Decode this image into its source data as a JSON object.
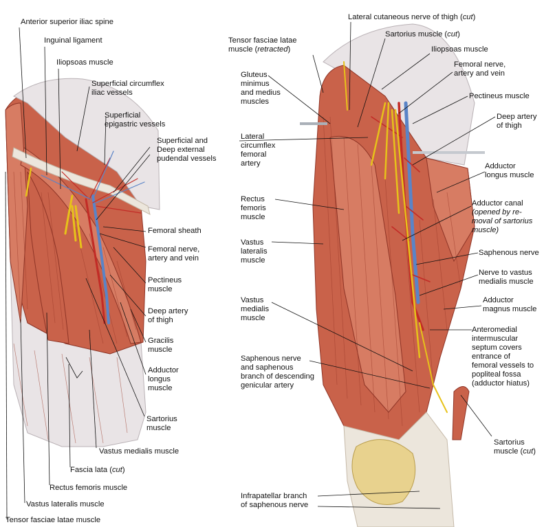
{
  "left_labels": {
    "anterior_superior_iliac_spine": "Anterior superior iliac spine",
    "inguinal_ligament": "Inguinal ligament",
    "iliopsoas_muscle": "Iliopsoas muscle",
    "superficial_circumflex_iliac": "Superficial circumflex\niliac vessels",
    "superficial_epigastric": "Superficial\nepigastric vessels",
    "external_pudendal": "Superficial and\nDeep external\npudendal vessels",
    "femoral_sheath": "Femoral sheath",
    "femoral_nerve_artery_vein": "Femoral nerve,\nartery and vein",
    "pectineus": "Pectineus\nmuscle",
    "deep_artery_thigh": "Deep artery\nof thigh",
    "gracilis": "Gracilis\nmuscle",
    "adductor_longus": "Adductor\nlongus\nmuscle",
    "sartorius": "Sartorius\nmuscle",
    "vastus_medialis": "Vastus medialis muscle",
    "fascia_lata_main": "Fascia lata (",
    "fascia_lata_cut": "cut",
    "fascia_lata_end": ")",
    "rectus_femoris": "Rectus femoris muscle",
    "vastus_lateralis": "Vastus lateralis muscle",
    "tensor_fasciae_latae": "Tensor fasciae latae muscle"
  },
  "right_labels": {
    "lateral_cutaneous_main": "Lateral cutaneous nerve of thigh (",
    "lateral_cutaneous_cut": "cut",
    "lateral_cutaneous_end": ")",
    "sartorius_cut_main": "Sartorius muscle (",
    "sartorius_cut_cut": "cut",
    "sartorius_cut_end": ")",
    "tensor_retracted_main": "Tensor fasciae latae\nmuscle (",
    "tensor_retracted_italic": "retracted",
    "tensor_retracted_end": ")",
    "iliopsoas": "Iliopsoas muscle",
    "gluteus": "Gluteus\nminimus\nand medius\nmuscles",
    "femoral_nav": "Femoral nerve,\nartery and vein",
    "pectineus": "Pectineus muscle",
    "deep_artery_thigh": "Deep artery\nof  thigh",
    "lateral_circumflex": "Lateral\ncircumflex\nfemoral\nartery",
    "adductor_longus": "Adductor\nlongus muscle",
    "rectus_femoris": "Rectus\nfemoris\nmuscle",
    "adductor_canal_main": "Adductor canal",
    "adductor_canal_italic": "(opened by re-\nmoval of sartorius\nmuscle)",
    "vastus_lateralis": "Vastus\nlateralis\nmuscle",
    "saphenous_nerve": "Saphenous nerve",
    "nerve_vastus_medialis": "Nerve to vastus\nmedialis muscle",
    "vastus_medialis": "Vastus\nmedialis\nmuscle",
    "adductor_magnus": "Adductor\nmagnus muscle",
    "anteromedial_septum": "Anteromedial\nintermuscular\nseptum covers\nentrance of\nfemoral vessels to\npopliteal fossa\n(adductor hiatus)",
    "saphenous_genicular": "Saphenous nerve\nand saphenous\nbranch of descending\ngenicular artery",
    "sartorius_cut2_main": "Sartorius\nmuscle (",
    "sartorius_cut2_italic": "cut",
    "sartorius_cut2_end": ")",
    "infrapatellar": "Infrapatellar branch\nof saphenous nerve"
  },
  "colors": {
    "muscle": "#c9624a",
    "fascia": "#e9e4e6",
    "nerve": "#e7c21a",
    "artery": "#c22b26",
    "vein": "#5a84c7",
    "bone": "#e8d28e"
  }
}
